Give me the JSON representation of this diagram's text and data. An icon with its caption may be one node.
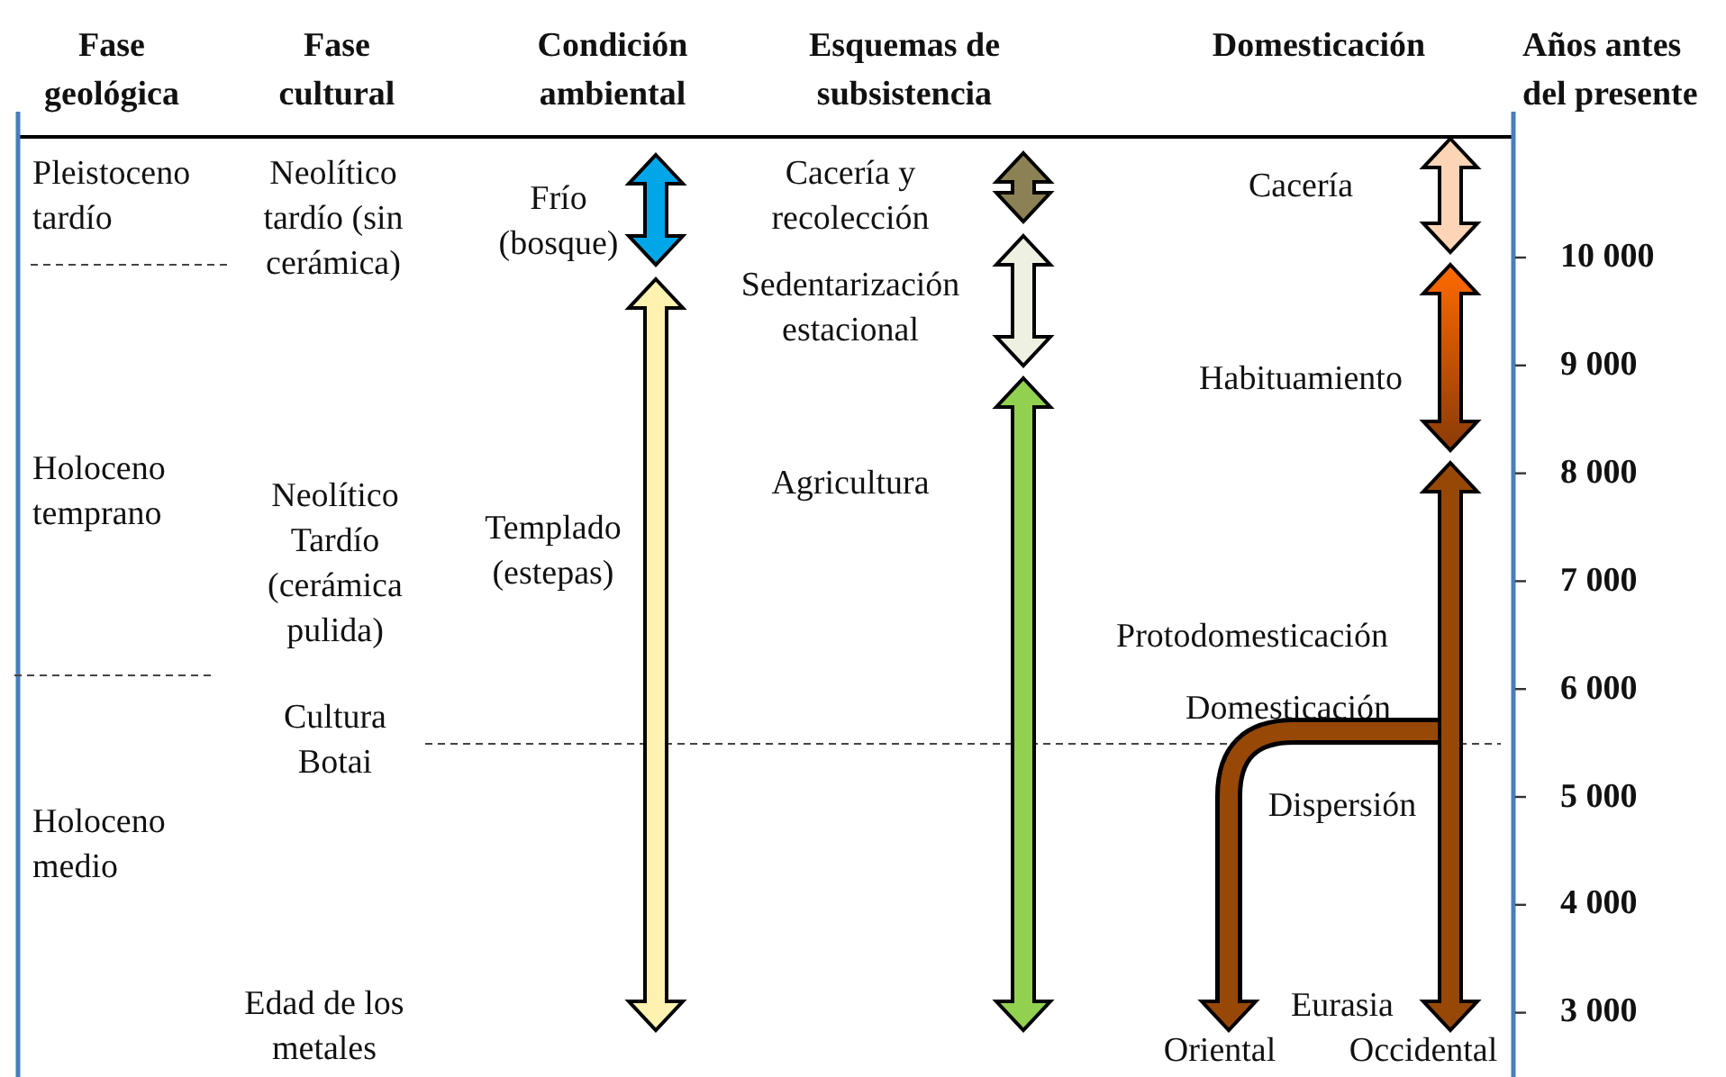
{
  "diagram": {
    "labels": [
      "Fase geológica",
      "Fase cultural",
      "Condición ambiental",
      "Esquemas de subsistencia",
      "Domesticación",
      "Años antes del presente",
      "Pleistoceno tardío",
      "Neolítico tardío (sin cerámica)",
      "Frío (bosque)",
      "Cacería y recolección",
      "Cacería",
      "10 000",
      "Sedentarización estacional",
      "9 000",
      "Habituamiento",
      "Holoceno temprano",
      "Agricultura",
      "8 000",
      "Neolítico Tardío (cerámica pulida)",
      "Templado (estepas)",
      "7 000",
      "Protodomesticación",
      "6 000",
      "Cultura Botai",
      "Domesticación",
      "Dispersión",
      "Holoceno medio",
      "5 000",
      "4 000",
      "Edad de los metales",
      "Eurasia",
      "3 000",
      "Oriental",
      "Occidental"
    ]
  }
}
